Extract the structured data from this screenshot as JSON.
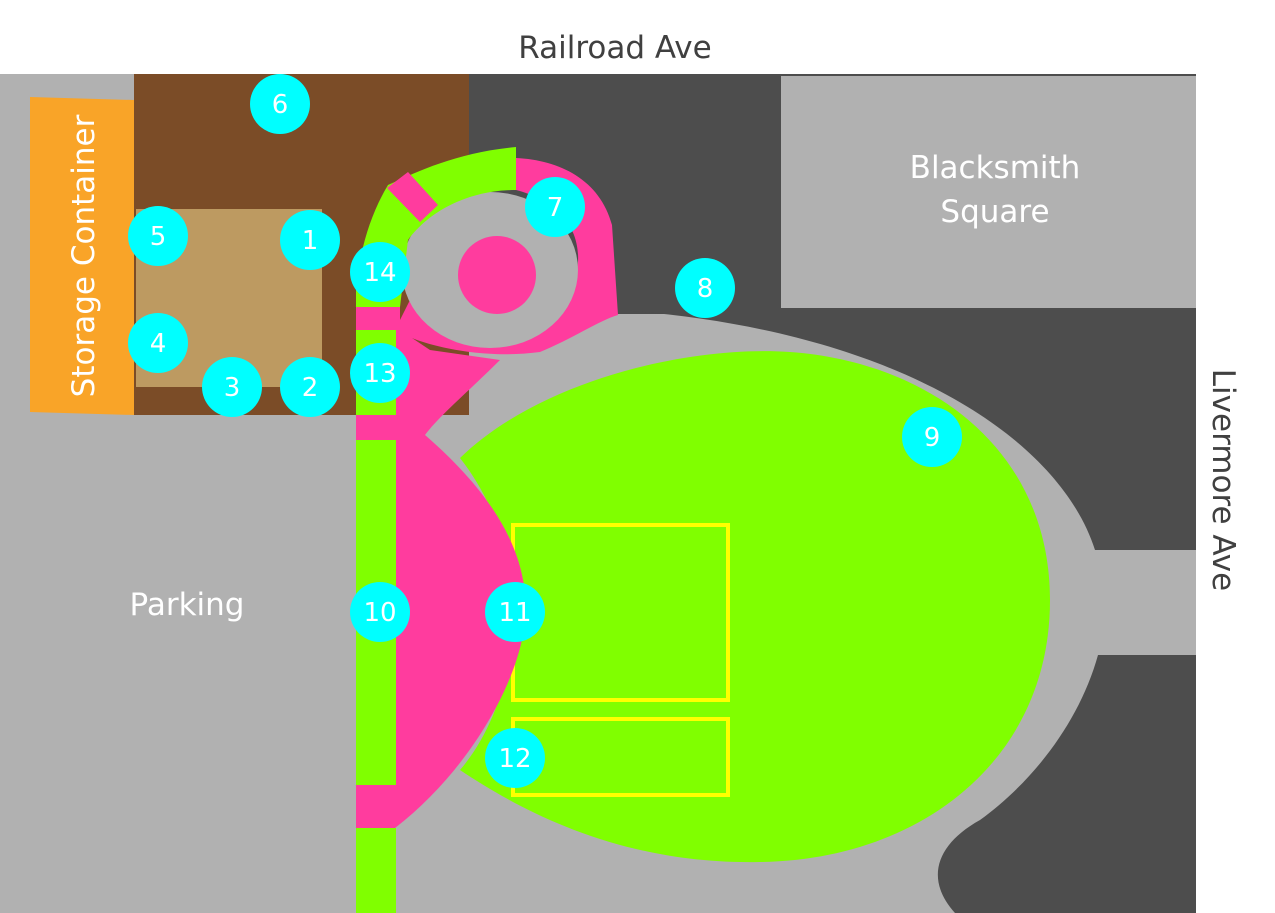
{
  "streets": {
    "north": "Railroad Ave",
    "east": "Livermore Ave"
  },
  "areas": {
    "storage": "Storage Container",
    "blacksmith_line1": "Blacksmith",
    "blacksmith_line2": "Square",
    "parking": "Parking"
  },
  "markers": [
    "1",
    "2",
    "3",
    "4",
    "5",
    "6",
    "7",
    "8",
    "9",
    "10",
    "11",
    "12",
    "13",
    "14"
  ],
  "colors": {
    "ground": "#b1b1b1",
    "dark_lot": "#4d4d4d",
    "brown_yard": "#7b4c27",
    "tan_pad": "#bd9a61",
    "storage_orange": "#f9a428",
    "lawn_green": "#80ff00",
    "path_pink": "#ff3c9e",
    "marker_cyan": "#00ffff",
    "court_outline": "#ffff00"
  }
}
